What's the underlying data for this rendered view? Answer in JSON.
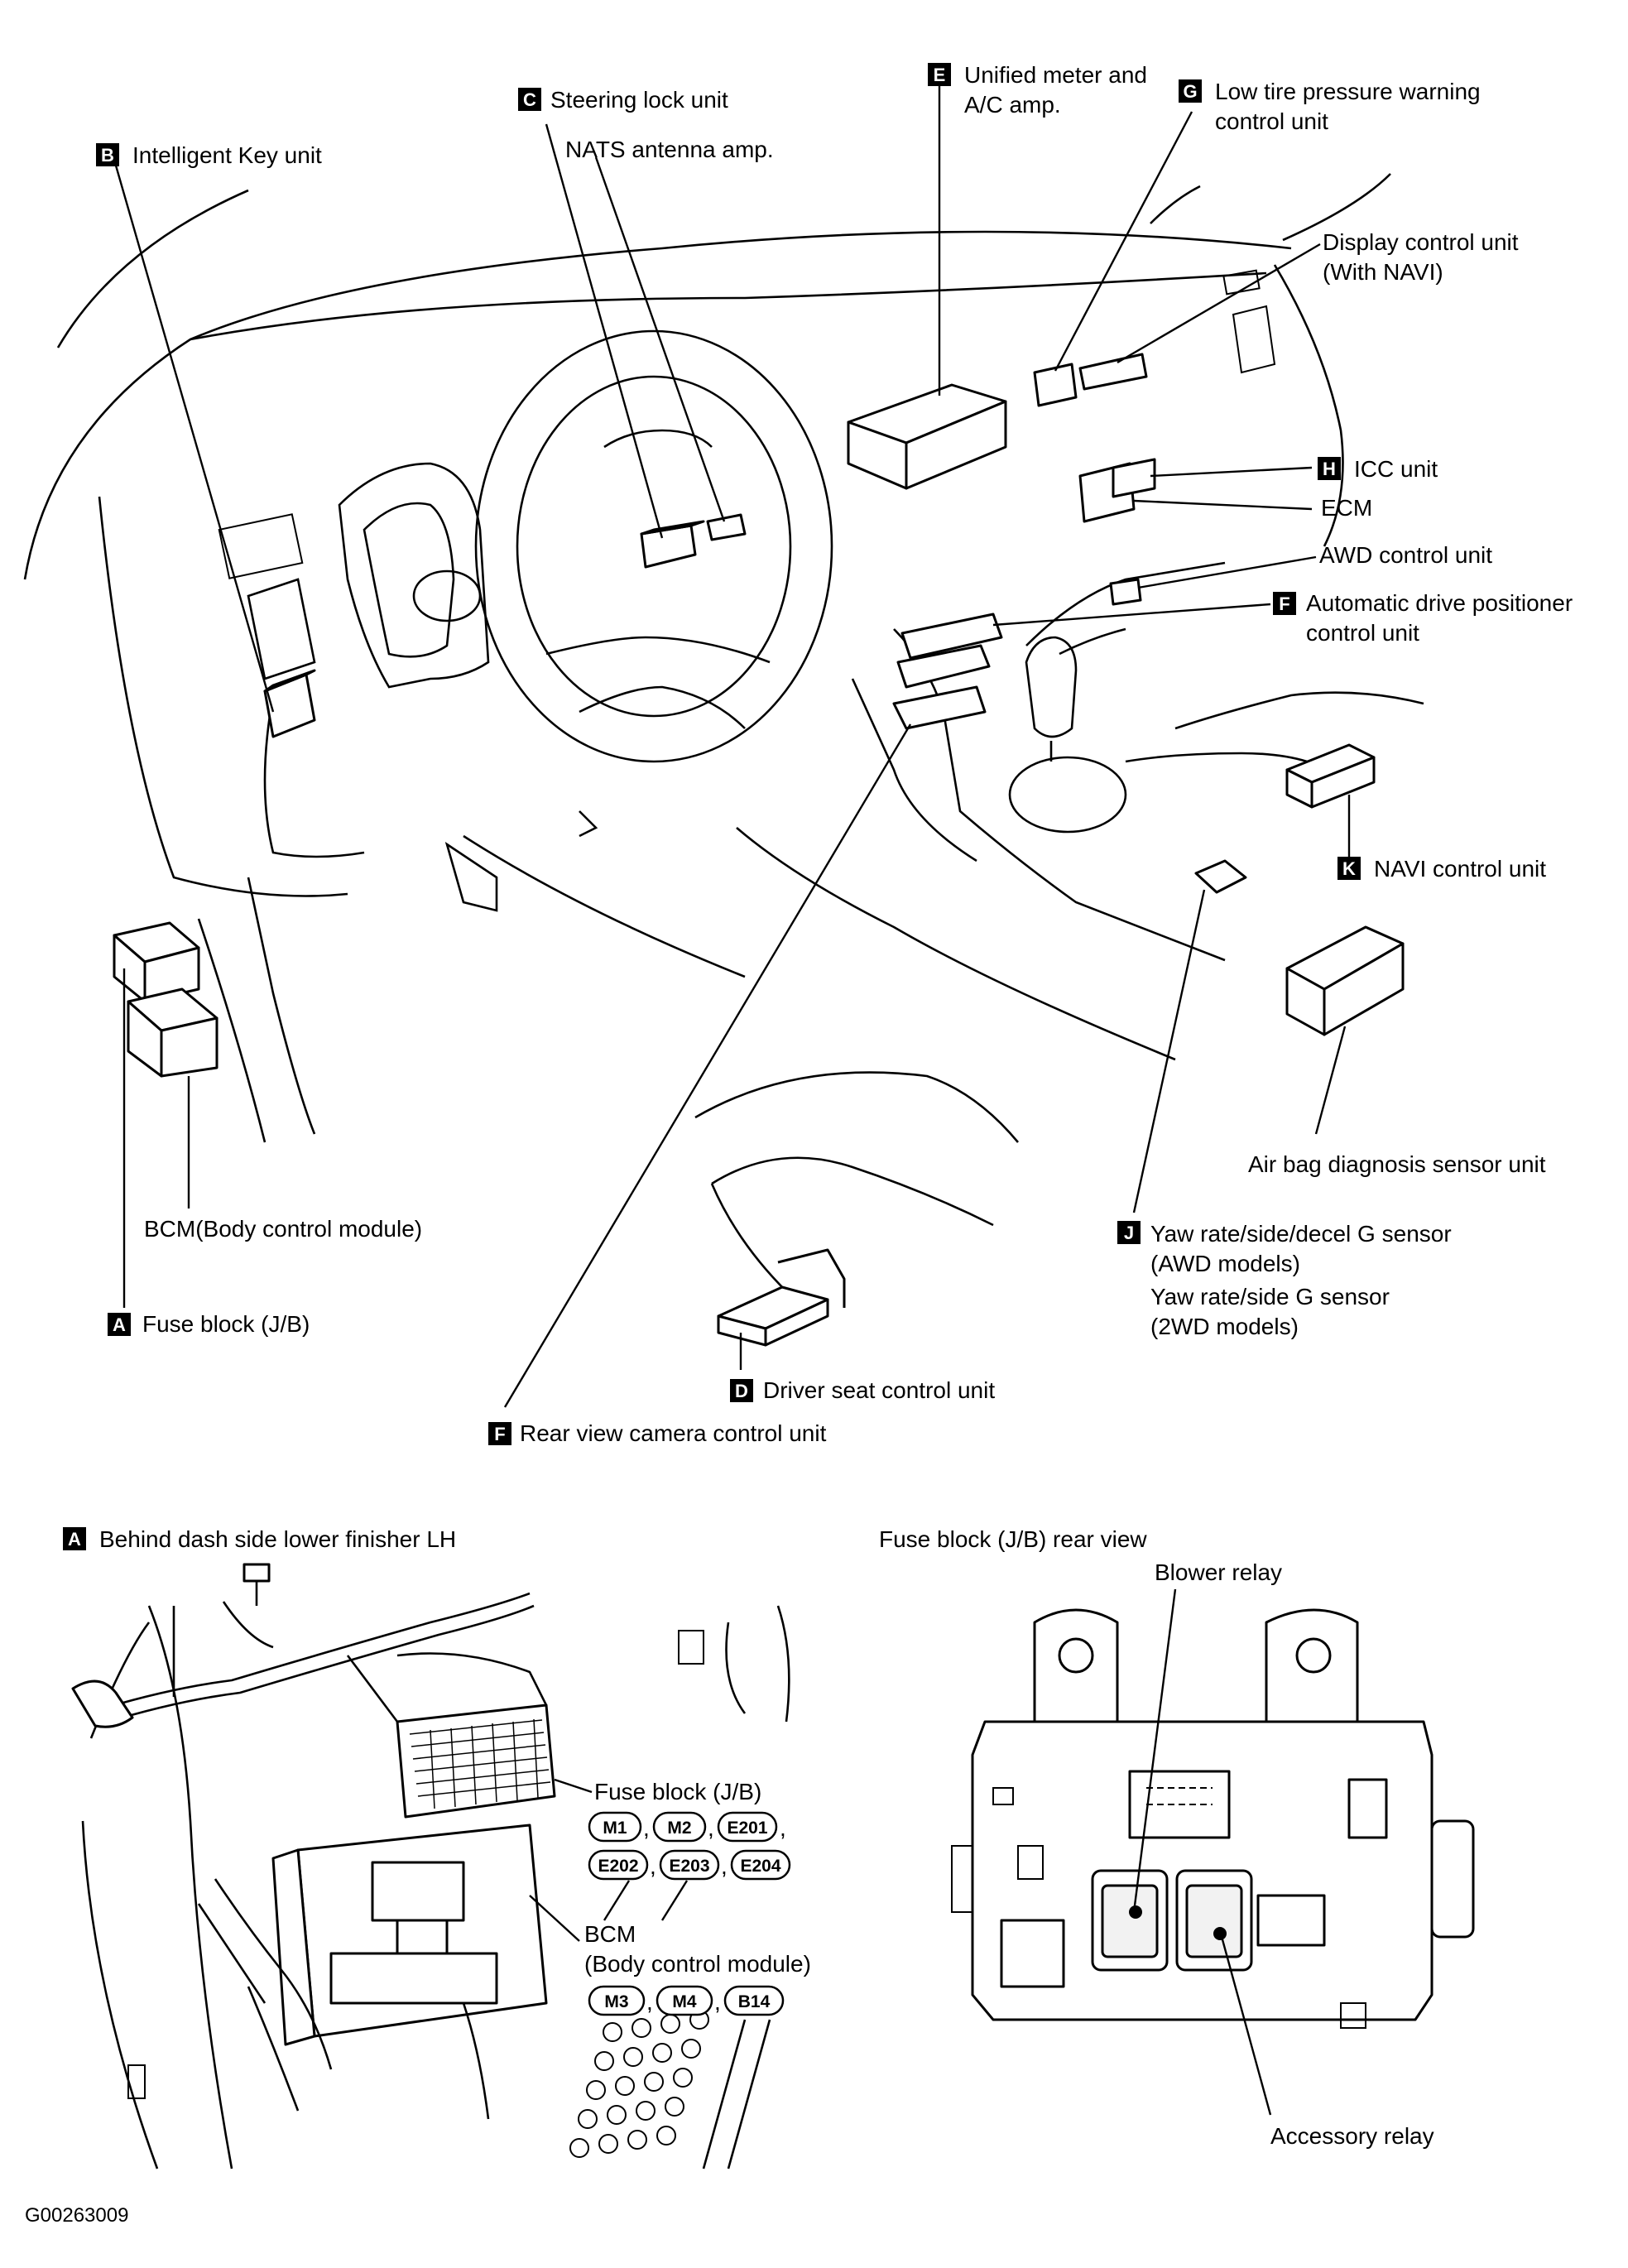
{
  "labels": {
    "intelligent_key": "Intelligent Key unit",
    "steering_lock": "Steering lock unit",
    "nats_antenna": "NATS antenna amp.",
    "unified_meter_1": "Unified meter and",
    "unified_meter_2": "A/C amp.",
    "low_tire_1": "Low tire pressure warning",
    "low_tire_2": "control unit",
    "display_control_1": "Display control unit",
    "display_control_2": "(With NAVI)",
    "icc_unit": "ICC unit",
    "ecm": "ECM",
    "awd_control": "AWD control unit",
    "auto_drive_1": "Automatic drive positioner",
    "auto_drive_2": "control unit",
    "navi_control": "NAVI control unit",
    "airbag": "Air bag diagnosis sensor unit",
    "bcm_top": "BCM(Body control module)",
    "fuse_block_top": "Fuse block (J/B)",
    "yaw_1": "Yaw rate/side/decel G sensor",
    "yaw_2": "(AWD models)",
    "yaw_3": "Yaw rate/side G sensor",
    "yaw_4": "(2WD models)",
    "driver_seat": "Driver seat control unit",
    "rear_camera": "Rear view camera control unit",
    "view_a_title": "Behind dash side lower finisher LH",
    "fuse_rear_title": "Fuse block (J/B) rear view",
    "blower_relay": "Blower relay",
    "accessory_relay": "Accessory relay",
    "fuse_block_detail": "Fuse block (J/B)",
    "bcm_detail_1": "BCM",
    "bcm_detail_2": "(Body control module)",
    "figure_code": "G00263009"
  },
  "badges": {
    "a": "A",
    "b": "B",
    "c": "C",
    "d": "D",
    "e": "E",
    "f": "F",
    "g": "G",
    "h": "H",
    "j": "J",
    "k": "K"
  },
  "connectors": {
    "fuse_block": [
      "M1",
      "M2",
      "E201",
      "E202",
      "E203",
      "E204"
    ],
    "bcm": [
      "M3",
      "M4",
      "B14"
    ]
  }
}
